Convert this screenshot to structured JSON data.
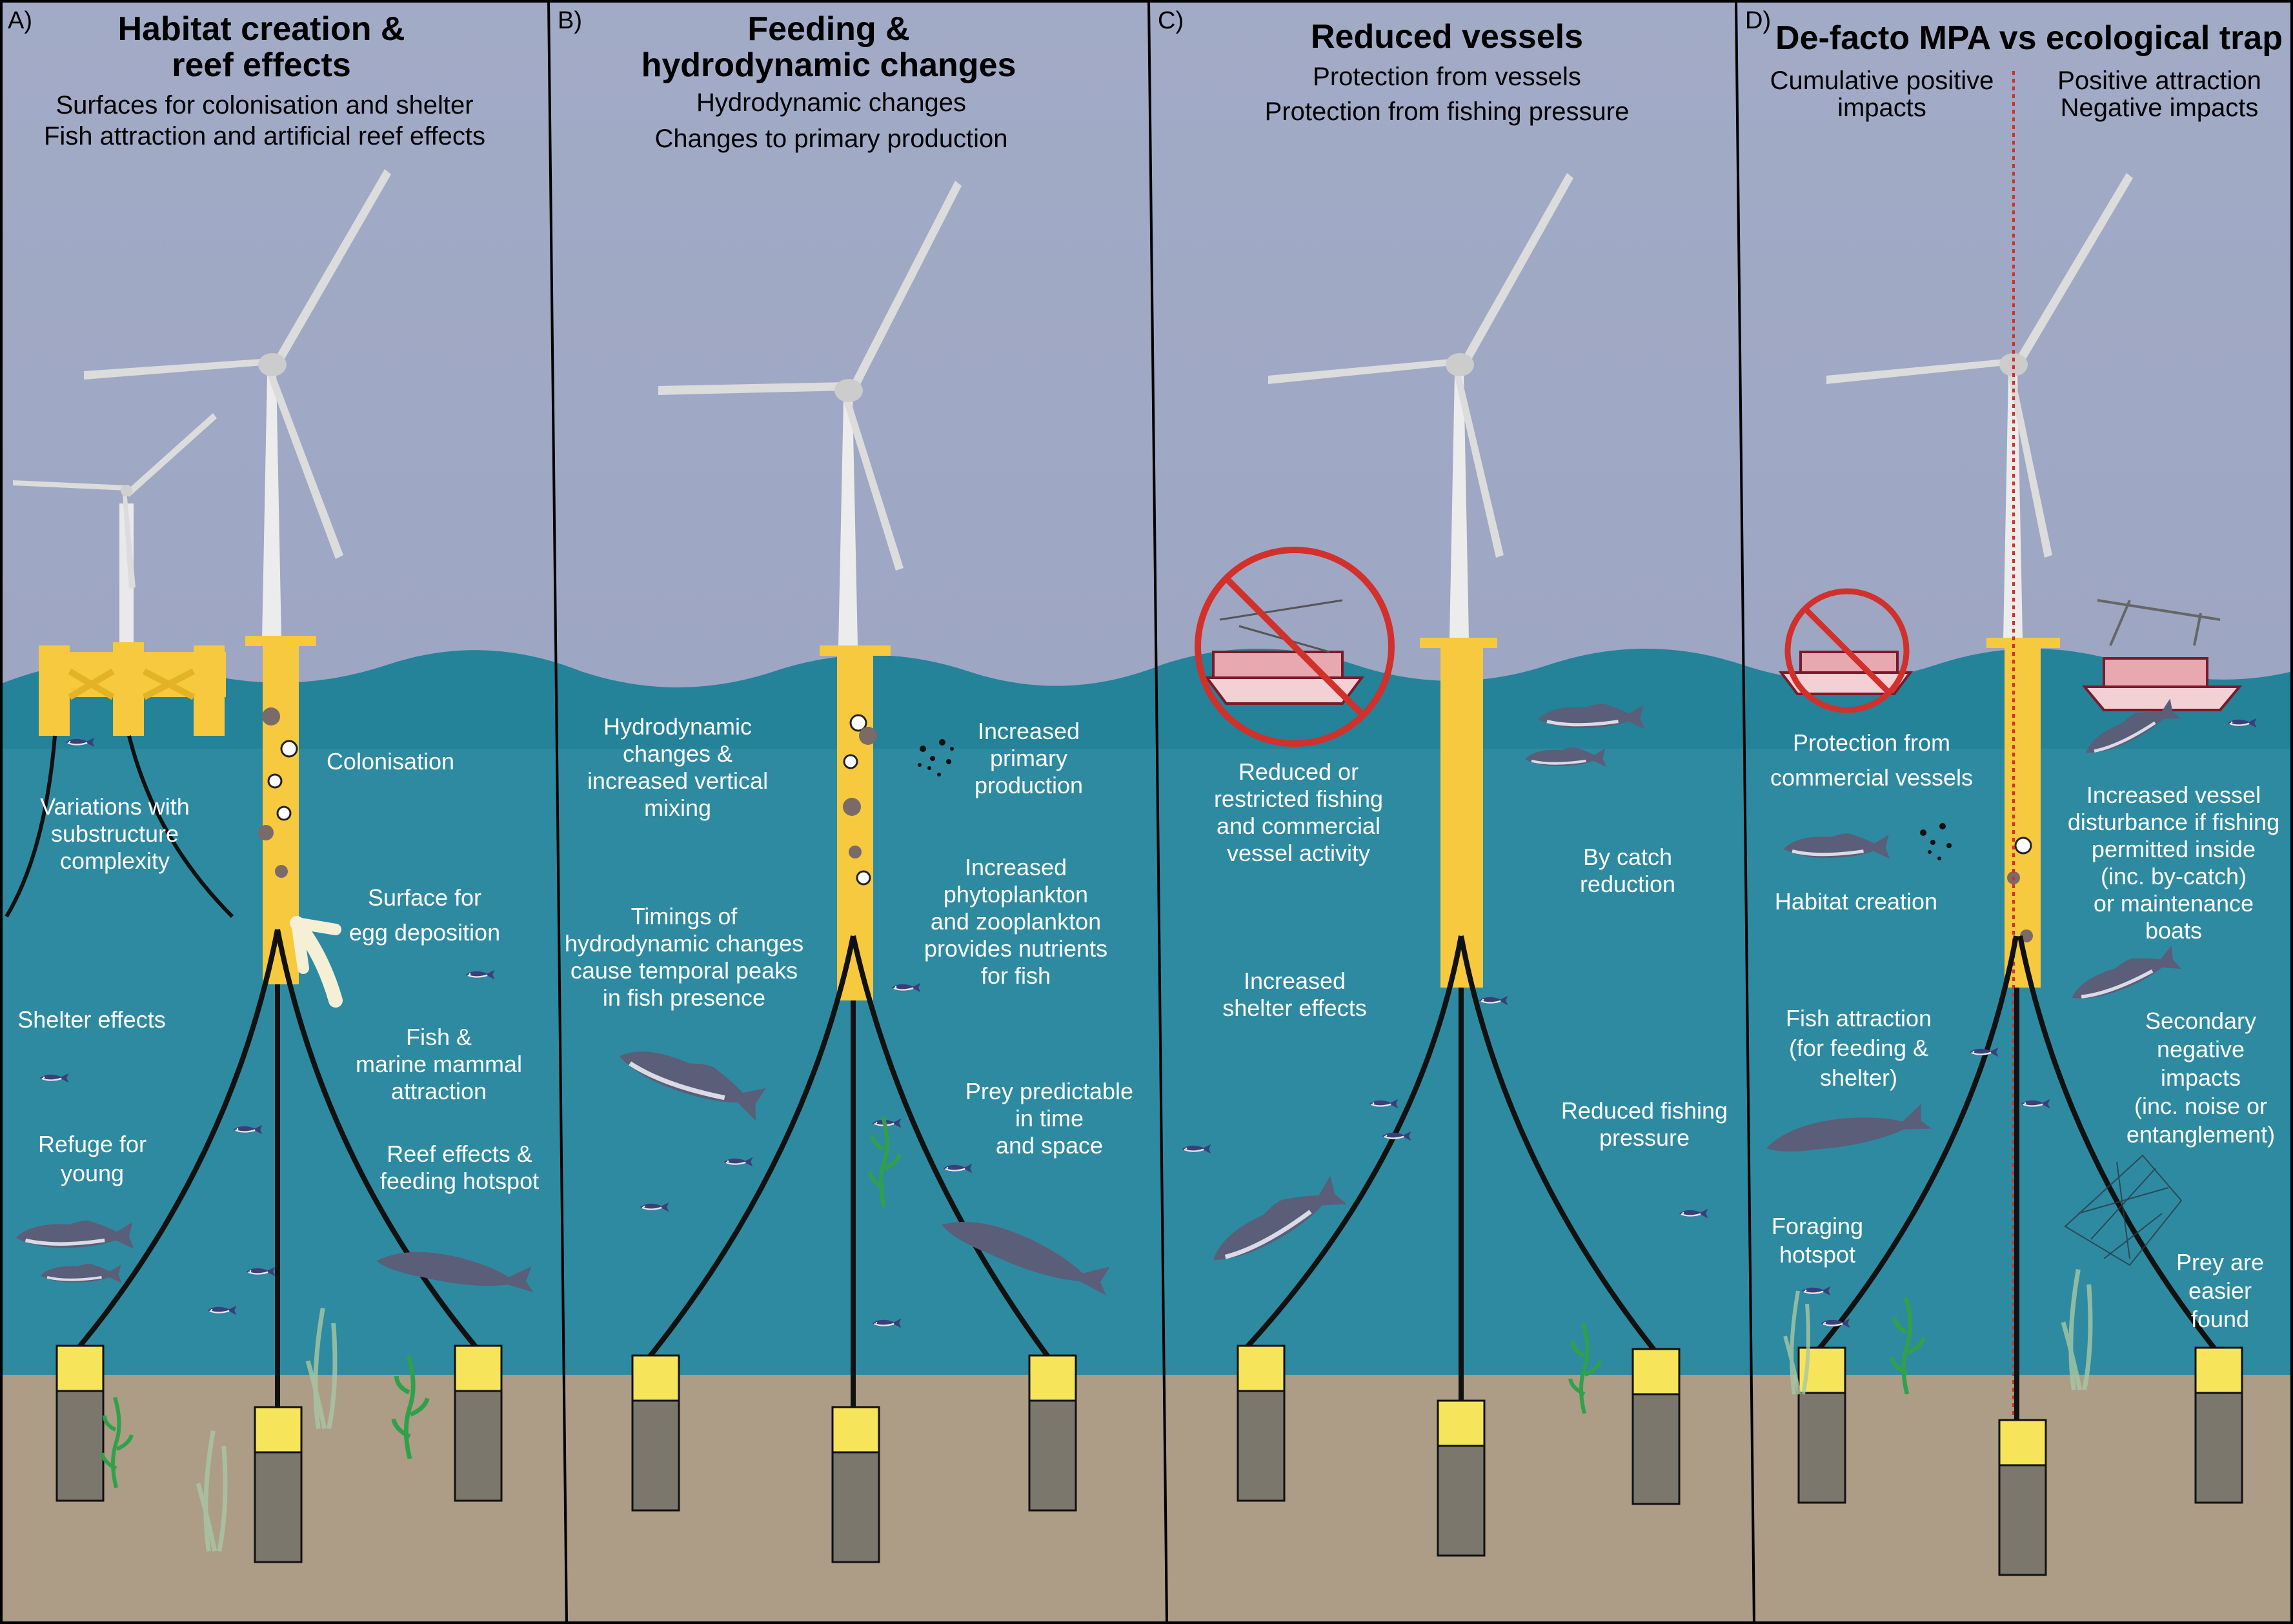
{
  "colors": {
    "sky": "#9ca6c2",
    "sea": "#2e8aa1",
    "sea_surface": "#1f7f96",
    "seabed": "#ad9c86",
    "turbine": "#f6c93e",
    "blade": "#d9d9d9",
    "mooring": "#111111",
    "red": "#d1302b"
  },
  "panels": [
    {
      "letter": "A)",
      "title": [
        "Habitat creation &",
        "reef effects"
      ],
      "subtitle": [
        "Surfaces for colonisation and shelter",
        "Fish attraction and artificial reef effects"
      ],
      "labels": [
        {
          "lines": [
            "Colonisation"
          ]
        },
        {
          "lines": [
            "Variations with",
            "substructure",
            "complexity"
          ]
        },
        {
          "lines": [
            "Surface for",
            "egg deposition"
          ]
        },
        {
          "lines": [
            "Shelter effects"
          ]
        },
        {
          "lines": [
            "Fish &",
            "marine mammal",
            "attraction"
          ]
        },
        {
          "lines": [
            "Refuge for",
            "young"
          ]
        },
        {
          "lines": [
            "Reef effects &",
            "feeding hotspot"
          ]
        }
      ]
    },
    {
      "letter": "B)",
      "title": [
        "Feeding &",
        "hydrodynamic changes"
      ],
      "subtitle": [
        "Hydrodynamic changes",
        "Changes to primary production"
      ],
      "labels": [
        {
          "lines": [
            "Hydrodynamic",
            "changes &",
            "increased vertical",
            "mixing"
          ]
        },
        {
          "lines": [
            "Increased",
            "primary",
            "production"
          ]
        },
        {
          "lines": [
            "Timings of",
            "hydrodynamic changes",
            "cause temporal peaks",
            "in fish presence"
          ]
        },
        {
          "lines": [
            "Increased",
            "phytoplankton",
            "and zooplankton",
            "provides nutrients",
            "for fish"
          ]
        },
        {
          "lines": [
            "Prey predictable",
            "in time",
            "and space"
          ]
        }
      ]
    },
    {
      "letter": "C)",
      "title": [
        "Reduced vessels"
      ],
      "subtitle": [
        "Protection from vessels",
        "Protection from fishing pressure"
      ],
      "labels": [
        {
          "lines": [
            "Reduced or",
            "restricted fishing",
            "and commercial",
            "vessel activity"
          ]
        },
        {
          "lines": [
            "By catch",
            "reduction"
          ]
        },
        {
          "lines": [
            "Increased",
            "shelter effects"
          ]
        },
        {
          "lines": [
            "Reduced fishing",
            "pressure"
          ]
        }
      ]
    },
    {
      "letter": "D)",
      "title": [
        "De-facto MPA vs ecological trap"
      ],
      "subtitle_left": [
        "Cumulative positive",
        "impacts"
      ],
      "subtitle_right": [
        "Positive attraction",
        "Negative impacts"
      ],
      "labels": [
        {
          "lines": [
            "Protection from",
            "commercial vessels"
          ]
        },
        {
          "lines": [
            "Increased vessel",
            "disturbance if fishing",
            "permitted inside",
            "(inc. by-catch)",
            "or maintenance",
            "boats"
          ]
        },
        {
          "lines": [
            "Habitat creation"
          ]
        },
        {
          "lines": [
            "Fish attraction",
            "(for feeding &",
            "shelter)"
          ]
        },
        {
          "lines": [
            "Secondary",
            "negative",
            "impacts",
            "(inc. noise or",
            "entanglement)"
          ]
        },
        {
          "lines": [
            "Foraging",
            "hotspot"
          ]
        },
        {
          "lines": [
            "Prey are",
            "easier",
            "found"
          ]
        }
      ]
    }
  ]
}
